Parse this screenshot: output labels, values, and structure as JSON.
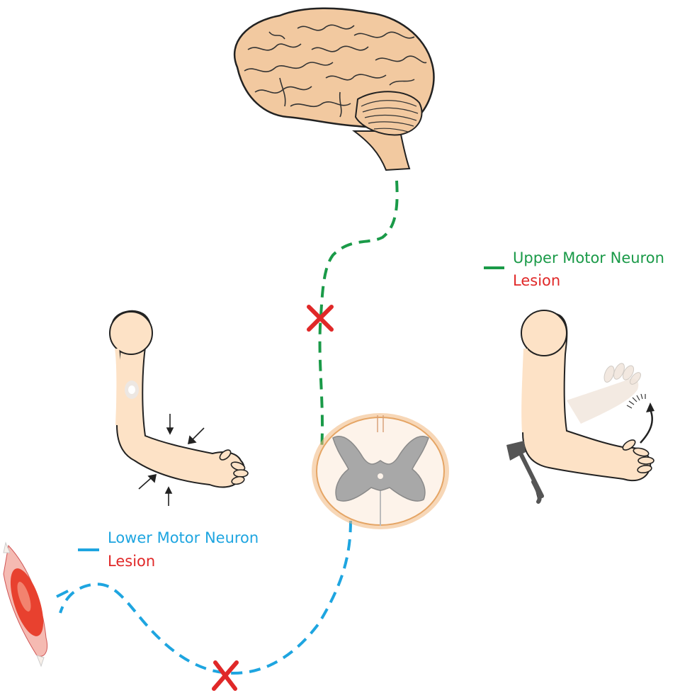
{
  "legend": {
    "upper": {
      "title": "Upper Motor Neuron",
      "subtitle": "Lesion"
    },
    "lower": {
      "title": "Lower Motor Neuron",
      "subtitle": "Lesion"
    }
  },
  "colors": {
    "upper_pathway": "#1a9a48",
    "lower_pathway": "#1ea5e0",
    "lesion_mark": "#e02828",
    "skin": "#fde2c6",
    "brain": "#f2c9a0",
    "gray_matter": "#a8a8a8",
    "cord_border": "#f0b77c",
    "muscle": "#e8412f"
  },
  "icons": [
    "brain-icon",
    "spinal-cord-section-icon",
    "arm-flaccid-icon",
    "arm-spastic-icon",
    "reflex-hammer-icon",
    "muscle-icon",
    "lesion-x-icon"
  ]
}
